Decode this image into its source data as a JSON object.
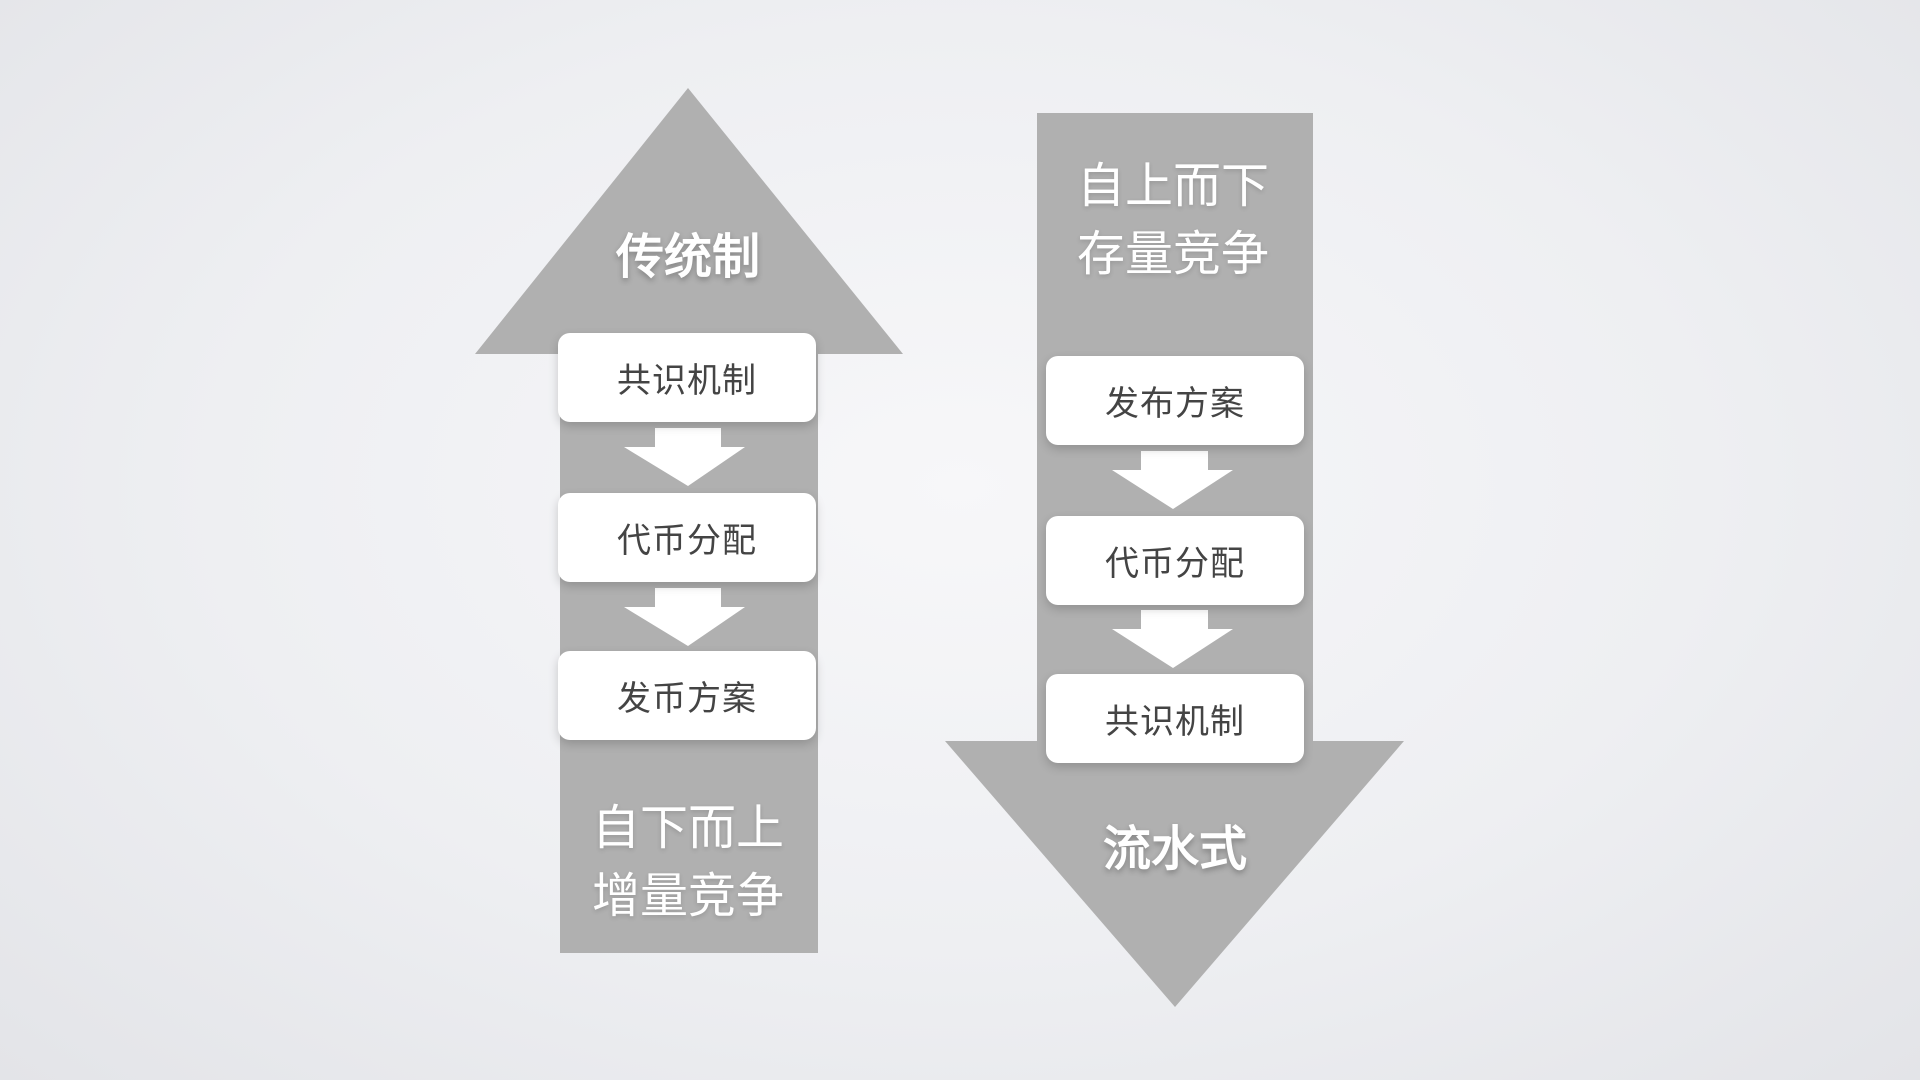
{
  "colors": {
    "arrow_gray": "#b0b0b0",
    "box_bg": "#ffffff",
    "box_text": "#444444",
    "label_text": "#ffffff"
  },
  "left_column": {
    "title": "传统制",
    "steps": [
      "共识机制",
      "代币分配",
      "发币方案"
    ],
    "caption_line1": "自下而上",
    "caption_line2": "增量竞争"
  },
  "right_column": {
    "caption_line1": "自上而下",
    "caption_line2": "存量竞争",
    "steps": [
      "发布方案",
      "代币分配",
      "共识机制"
    ],
    "title": "流水式"
  }
}
